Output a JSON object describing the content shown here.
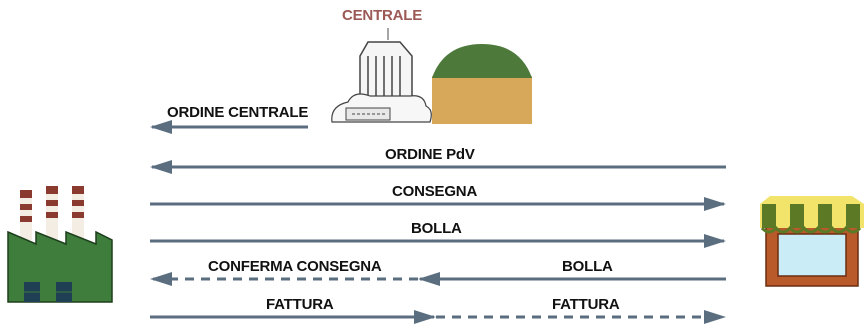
{
  "hub": {
    "title": "CENTRALE"
  },
  "flows": [
    {
      "label": "ORDINE CENTRALE",
      "direction": "left",
      "style": "solid",
      "from": "hub",
      "to": "factory"
    },
    {
      "label": "ORDINE PdV",
      "direction": "left",
      "style": "solid",
      "from": "store",
      "to": "factory"
    },
    {
      "label": "CONSEGNA",
      "direction": "right",
      "style": "solid",
      "from": "factory",
      "to": "store"
    },
    {
      "label": "BOLLA",
      "direction": "right",
      "style": "solid",
      "from": "factory",
      "to": "store"
    },
    {
      "label": "CONFERMA CONSEGNA",
      "direction": "left",
      "style": "dashed",
      "from": "hub",
      "to": "factory"
    },
    {
      "label": "BOLLA",
      "direction": "left",
      "style": "solid",
      "from": "store",
      "to": "hub"
    },
    {
      "label": "FATTURA",
      "direction": "right",
      "style": "solid",
      "from": "factory",
      "to": "hub"
    },
    {
      "label": "FATTURA",
      "direction": "right",
      "style": "dashed",
      "from": "hub",
      "to": "store"
    }
  ],
  "colors": {
    "arrow": "#5b6e80",
    "title": "#9b5a55",
    "factory_body": "#3f7d3c",
    "chimney": "#8a3a2f",
    "store_body": "#b85a2a",
    "awning_green": "#5c7a26",
    "awning_yellow": "#f2e46a",
    "dome": "#4d7a3a",
    "silo": "#d8a85a"
  },
  "icons": [
    "factory-icon",
    "headquarters-building-icon",
    "warehouse-dome-icon",
    "store-icon"
  ]
}
